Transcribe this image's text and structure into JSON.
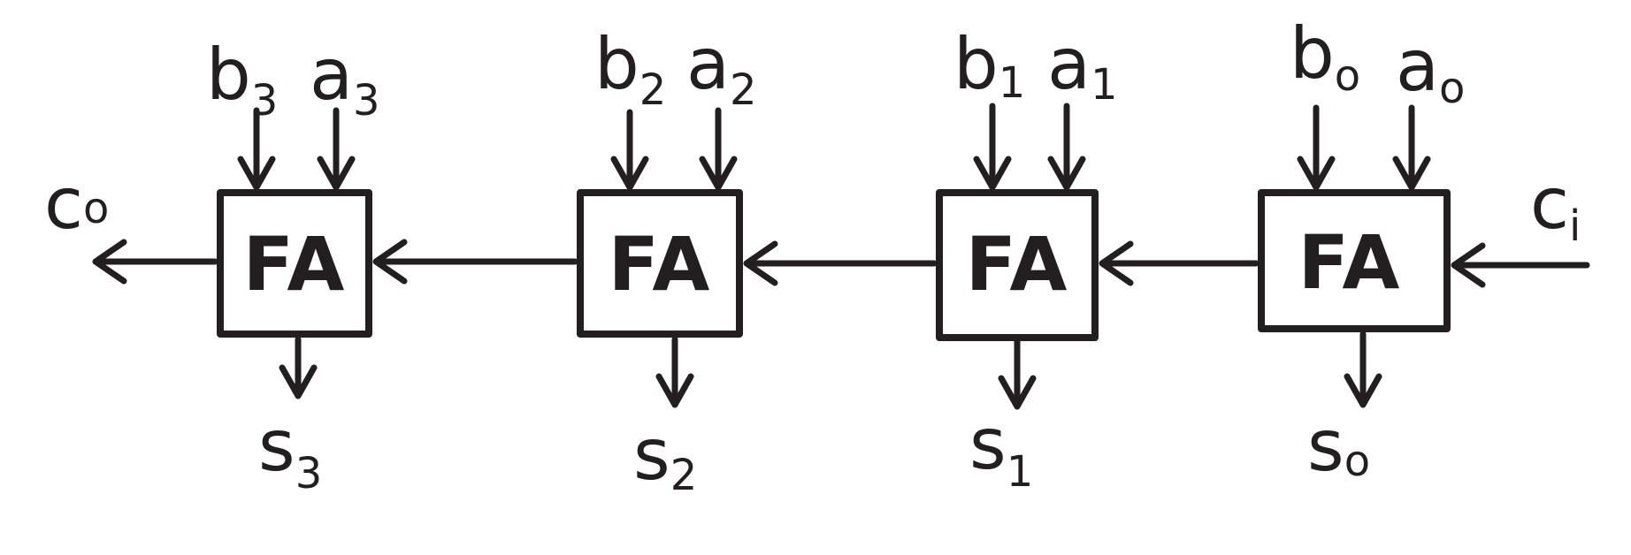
{
  "colors": {
    "ink": "#231f20",
    "background": "#ffffff"
  },
  "carry_out": {
    "main": "c",
    "sub": "o"
  },
  "carry_in": {
    "main": "c",
    "sub": "i"
  },
  "adders": [
    {
      "label": "FA",
      "b": {
        "main": "b",
        "sub": "3"
      },
      "a": {
        "main": "a",
        "sub": "3"
      },
      "s": {
        "main": "s",
        "sub": "3"
      }
    },
    {
      "label": "FA",
      "b": {
        "main": "b",
        "sub": "2"
      },
      "a": {
        "main": "a",
        "sub": "2"
      },
      "s": {
        "main": "s",
        "sub": "2"
      }
    },
    {
      "label": "FA",
      "b": {
        "main": "b",
        "sub": "1"
      },
      "a": {
        "main": "a",
        "sub": "1"
      },
      "s": {
        "main": "s",
        "sub": "1"
      }
    },
    {
      "label": "FA",
      "b": {
        "main": "b",
        "sub": "o"
      },
      "a": {
        "main": "a",
        "sub": "o"
      },
      "s": {
        "main": "s",
        "sub": "o"
      }
    }
  ]
}
